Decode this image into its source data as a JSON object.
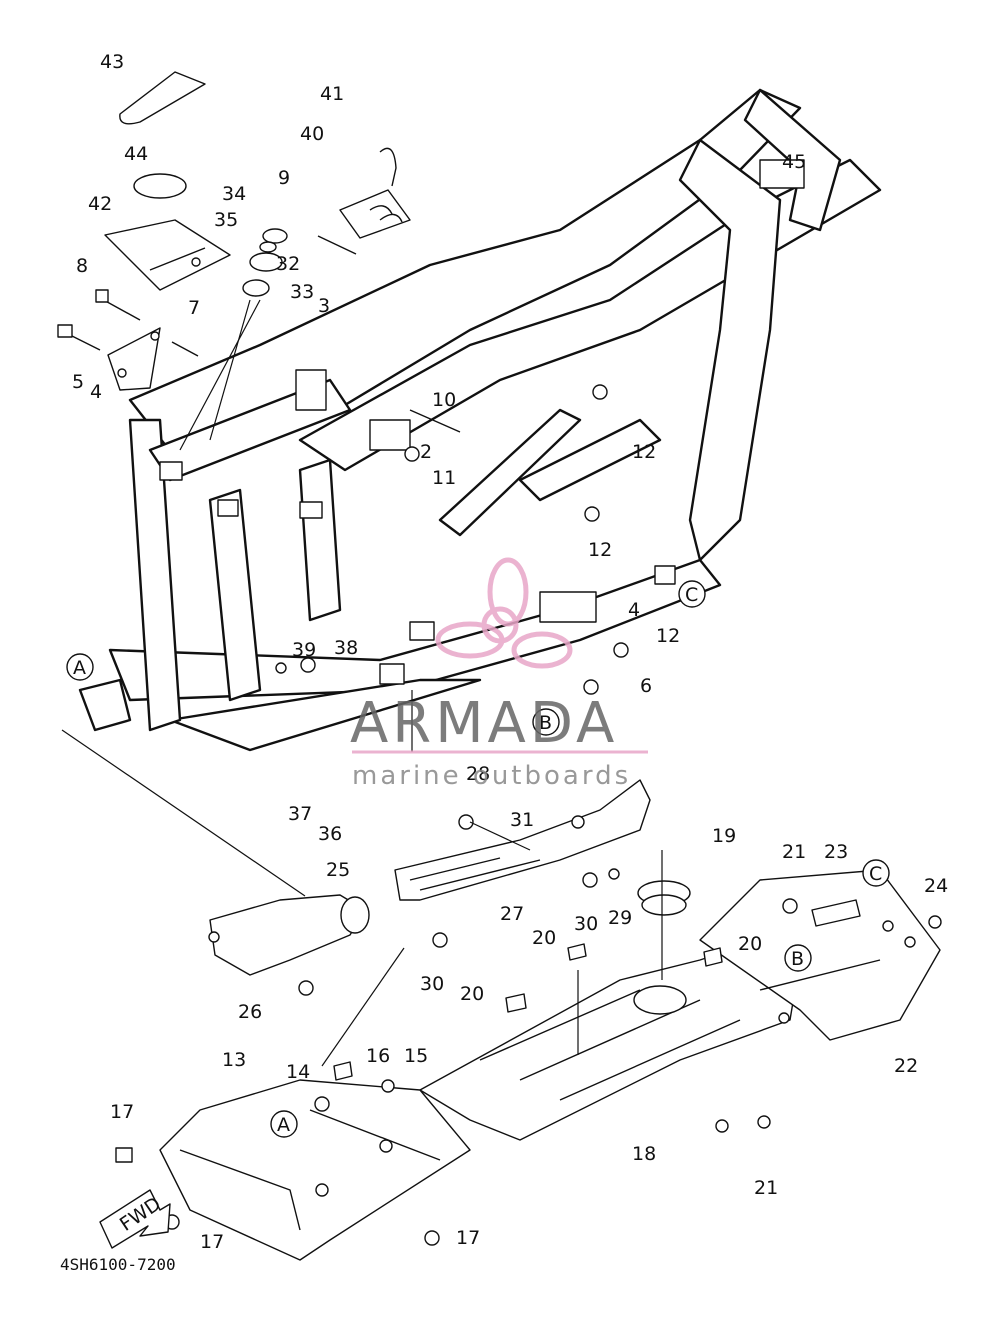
{
  "diagram": {
    "drawing_code": "4SH6100-7200",
    "fwd_label": "FWD",
    "ref_markers": [
      "A",
      "B",
      "C"
    ],
    "watermark": {
      "brand": "ARMADA",
      "tagline": "marine outboards",
      "colors": {
        "text": "#666666",
        "accent": "#e8a6c8"
      }
    },
    "callouts": [
      "43",
      "44",
      "42",
      "41",
      "40",
      "34",
      "35",
      "32",
      "33",
      "9",
      "8",
      "7",
      "5",
      "4",
      "3",
      "10",
      "2",
      "11",
      "12",
      "12",
      "12",
      "4",
      "6",
      "39",
      "38",
      "37",
      "36",
      "28",
      "31",
      "19",
      "21",
      "23",
      "24",
      "25",
      "27",
      "30",
      "29",
      "20",
      "20",
      "20",
      "30",
      "26",
      "22",
      "13",
      "14",
      "16",
      "15",
      "17",
      "17",
      "17",
      "18",
      "21",
      "45"
    ]
  }
}
